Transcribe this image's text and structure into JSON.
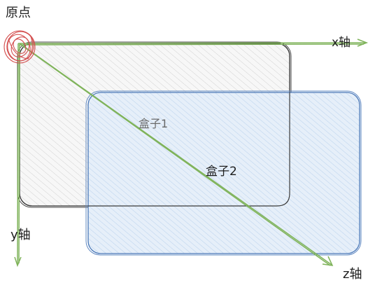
{
  "labels": {
    "origin": "原点",
    "x_axis": "x轴",
    "y_axis": "y轴",
    "z_axis": "z轴",
    "box1": "盒子1",
    "box2": "盒子2"
  },
  "colors": {
    "axis": "#7fb35a",
    "box1_stroke": "#2f2f2f",
    "box1_fill": "#e9e9e9",
    "box2_stroke": "#4a78b8",
    "box2_fill": "#d4e4f7",
    "origin_marker": "#d45050"
  }
}
